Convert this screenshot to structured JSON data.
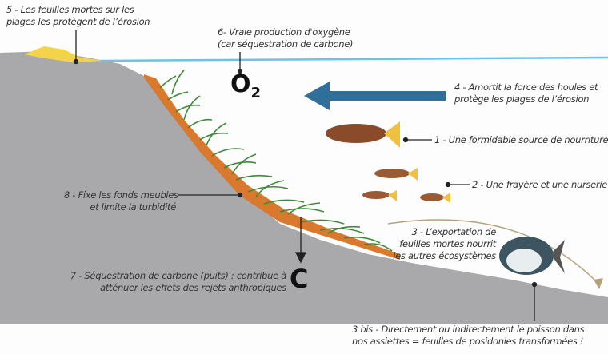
{
  "labels": {
    "l5": [
      "5 - Les feuilles mortes sur les",
      "plages les protègent de l’érosion"
    ],
    "l6": [
      "6- Vraie production d'oxygène",
      "(car séquestration de carbone)"
    ],
    "l4": [
      "4 - Amortit la force des houles et",
      "protège les plages de l’érosion"
    ],
    "l1": "1 - Une formidable source de nourriture",
    "l2": "2 - Une frayère et une nurserie",
    "l8": [
      "8 - Fixe les fonds meubles",
      "et limite la turbidité"
    ],
    "l3": [
      "3 - L’exportation de",
      "feuilles mortes nourrit",
      "les autres écosystèmes"
    ],
    "l7": [
      "7 - Séquestration de carbone (puits) : contribue à",
      "atténuer les effets des rejets anthropiques"
    ],
    "l3bis": [
      "3 bis - Directement ou indirectement le poisson dans",
      "nos assiettes = feuilles de posidonies transformées !"
    ]
  },
  "symbols": {
    "oxygen": "O",
    "oxygen_sub": "2",
    "carbon": "C"
  },
  "colors": {
    "seabed": "#a9a9ab",
    "water_line": "#6cc3e8",
    "arrow": "#2f6f9a",
    "leaves": "#d9792e",
    "grass": "#3e8a3a"
  }
}
